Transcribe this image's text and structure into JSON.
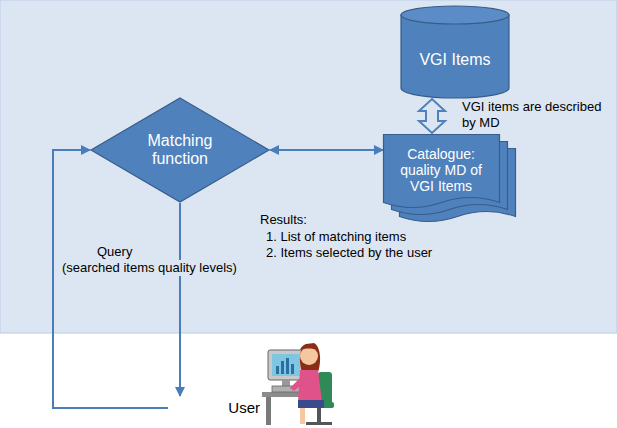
{
  "diagram": {
    "nodes": [
      {
        "text": [
          "VGI Items"
        ]
      },
      {
        "text": [
          "Matching function"
        ]
      },
      {
        "text": [
          "Catalogue: quality MD of VGI Items"
        ]
      },
      {
        "text": [
          "User"
        ]
      }
    ],
    "edges": [
      {
        "from": 1,
        "to": 2,
        "arrow": "both"
      },
      {
        "from": 0,
        "to": 2,
        "arrow": "both",
        "label": "VGI items are described by MD"
      },
      {
        "from": 1,
        "to": 3,
        "arrow": "to"
      },
      {
        "from": 3,
        "to": 1,
        "arrow": "to"
      }
    ],
    "labels": [
      "Query",
      "(searched items quality levels)",
      "Results:",
      "1. List of matching items",
      "2. Items selected by the user"
    ]
  }
}
